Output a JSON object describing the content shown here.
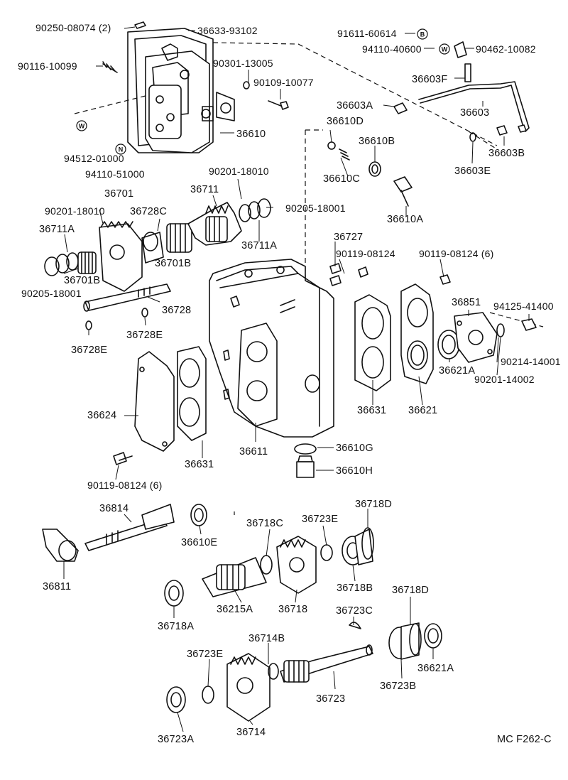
{
  "diagram_code": "MC F262-C",
  "part_labels": [
    "90250-08074 (2)",
    "36633-93102",
    "91611-60614",
    "94110-40600",
    "90462-10082",
    "90116-10099",
    "90301-13005",
    "90109-10077",
    "36603F",
    "36603A",
    "36603",
    "36610",
    "36610D",
    "36610B",
    "36603B",
    "94512-01000",
    "94110-51000",
    "36610C",
    "36603E",
    "90201-18010",
    "36711",
    "36701",
    "90201-18010",
    "90205-18001",
    "36728C",
    "36711A",
    "36610A",
    "36711A",
    "36727",
    "36701B",
    "36701B",
    "90119-08124",
    "90119-08124 (6)",
    "90205-18001",
    "36728",
    "36851",
    "94125-41400",
    "36728E",
    "36728E",
    "36621A",
    "90214-14001",
    "90201-14002",
    "36631",
    "36621",
    "36624",
    "36611",
    "36631",
    "36610G",
    "36610H",
    "90119-08124 (6)",
    "36814",
    "36610E",
    "36718C",
    "36723E",
    "36718D",
    "36811",
    "36718B",
    "36718D",
    "36215A",
    "36718",
    "36723C",
    "36718A",
    "36714B",
    "36723E",
    "36621A",
    "36723B",
    "36723",
    "36723A",
    "36714"
  ],
  "symbols": [
    "B",
    "W",
    "W",
    "N"
  ]
}
